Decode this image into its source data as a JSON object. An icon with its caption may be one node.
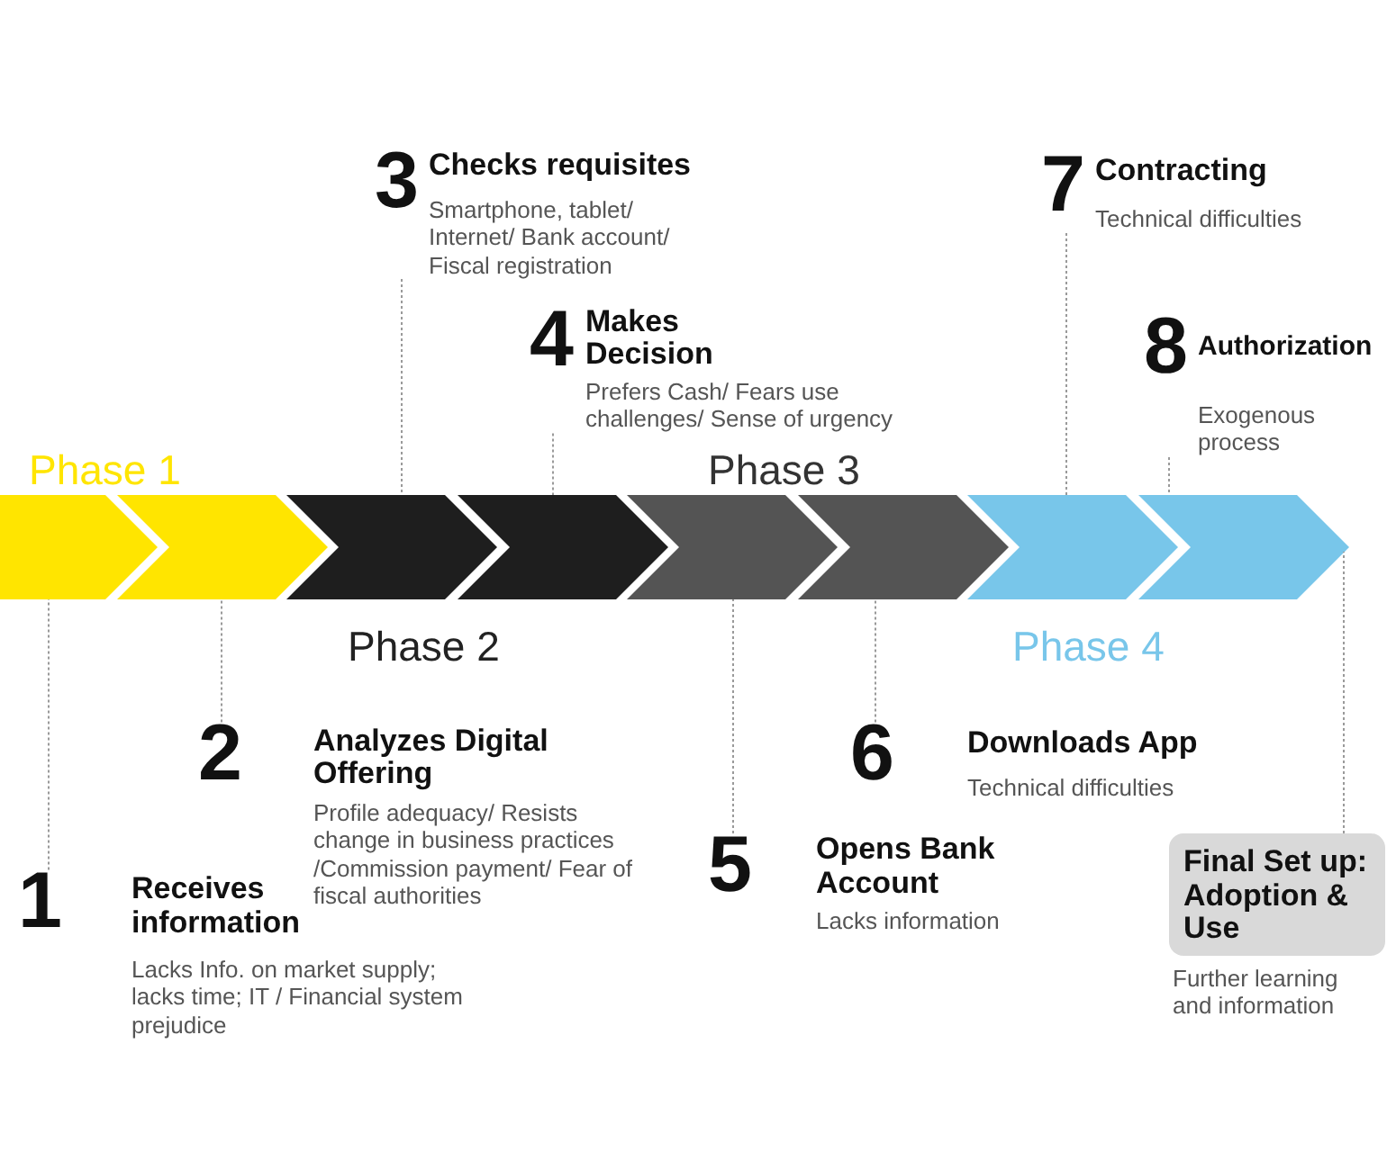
{
  "diagram": {
    "nodes": [
      {
        "text": [],
        "shape": "chevron"
      },
      {
        "text": [],
        "shape": "chevron"
      },
      {
        "text": [],
        "shape": "chevron"
      },
      {
        "text": [],
        "shape": "chevron"
      },
      {
        "text": [],
        "shape": "chevron"
      },
      {
        "text": [],
        "shape": "chevron"
      },
      {
        "text": [],
        "shape": "chevron"
      },
      {
        "text": [],
        "shape": "chevron"
      },
      {
        "text": [
          "1",
          "Receives information",
          "Lacks Info. on market supply; lacks time; IT / Financial system prejudice"
        ]
      },
      {
        "text": [
          "2",
          "Analyzes Digital Offering",
          "Profile adequacy/ Resists change in business practices /Commission payment/ Fear of fiscal authorities"
        ]
      },
      {
        "text": [
          "3",
          "Checks requisites",
          "Smartphone, tablet/ Internet/ Bank account/ Fiscal registration"
        ]
      },
      {
        "text": [
          "4",
          "Makes Decision",
          "Prefers Cash/ Fears use challenges/ Sense of urgency"
        ]
      },
      {
        "text": [
          "5",
          "Opens Bank Account",
          "Lacks information"
        ]
      },
      {
        "text": [
          "6",
          "Downloads App",
          "Technical difficulties"
        ]
      },
      {
        "text": [
          "7",
          "Contracting",
          "Technical difficulties"
        ]
      },
      {
        "text": [
          "8",
          "Authorization",
          "Exogenous process"
        ]
      },
      {
        "text": [
          "Final Set up: Adoption & Use",
          "Further learning and information"
        ]
      }
    ],
    "edges": [
      {
        "from": 8,
        "to": 0,
        "arrow": "none"
      },
      {
        "from": 9,
        "to": 1,
        "arrow": "none"
      },
      {
        "from": 10,
        "to": 2,
        "arrow": "none"
      },
      {
        "from": 11,
        "to": 3,
        "arrow": "none"
      },
      {
        "from": 12,
        "to": 4,
        "arrow": "none"
      },
      {
        "from": 13,
        "to": 5,
        "arrow": "none"
      },
      {
        "from": 14,
        "to": 6,
        "arrow": "none"
      },
      {
        "from": 15,
        "to": 7,
        "arrow": "none"
      },
      {
        "from": 16,
        "to": 7,
        "arrow": "none"
      }
    ],
    "labels": [
      "Phase 1",
      "Phase 3",
      "Phase 2",
      "Phase 4"
    ]
  }
}
